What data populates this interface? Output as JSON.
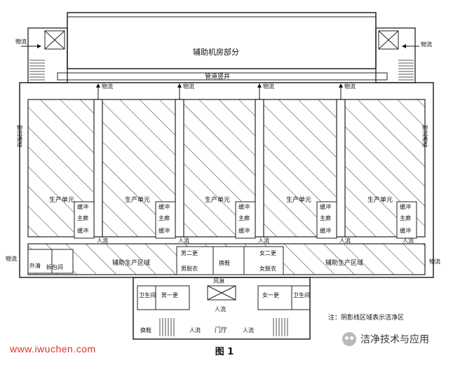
{
  "labels": {
    "aux_machine": "辅助机房部分",
    "pipe_shaft": "管道竖井",
    "production_unit": "生产单元",
    "buffer": "缓冲",
    "main_aisle": "主廊",
    "material_flow": "物流",
    "person_flow": "人流",
    "aux_production": "辅助生产区域",
    "changing_m2": "男二更",
    "changing_f2": "女二更",
    "changing_m1": "男一更",
    "changing_f1": "女一更",
    "male_clothes": "男脱衣",
    "female_clothes": "女脱衣",
    "air_shower": "风淋",
    "buffer_room": "缓冲",
    "toilet": "卫生间",
    "hall": "门厅",
    "shoe_change": "换鞋",
    "outer_clean": "外清",
    "unpack": "拆包间",
    "logistics_corridor": "物流通道",
    "note": "注：阴影线区域表示洁净区",
    "figure_title": "图 1",
    "website": "www.iwuchen.com",
    "wechat": "洁净技术与应用"
  },
  "colors": {
    "line": "#222222",
    "hatch": "#333333",
    "watermark": "#d9342b"
  }
}
